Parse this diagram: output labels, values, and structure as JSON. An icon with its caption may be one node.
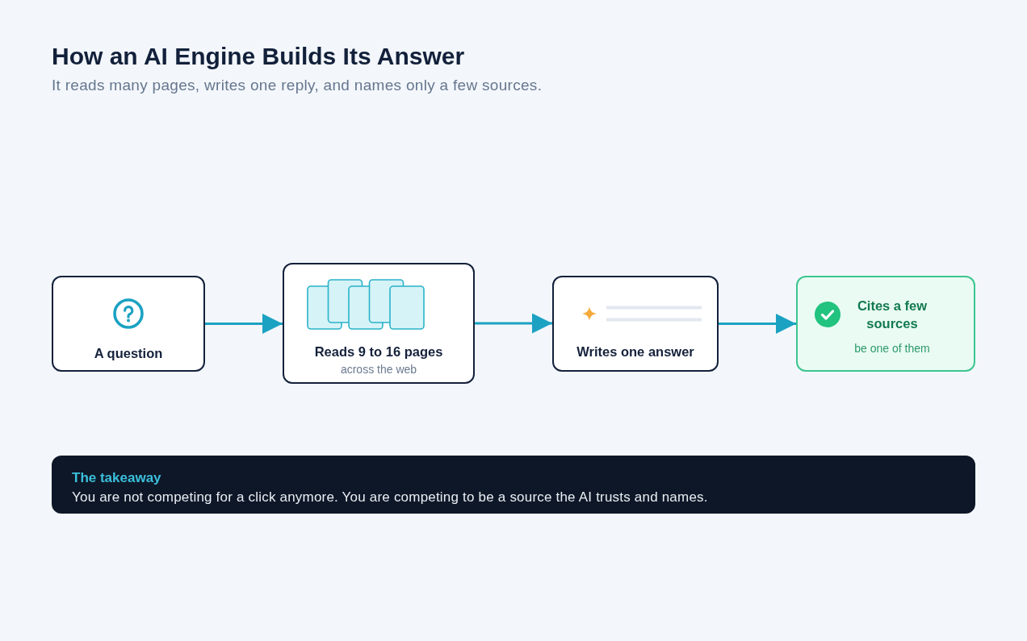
{
  "diagram": {
    "title": "How an AI Engine Builds Its Answer",
    "caption": "It reads many pages, writes one reply, and names only a few sources.",
    "nodes": [
      {
        "text": [
          "A question"
        ]
      },
      {
        "text": [
          "Reads 9 to 16 pages",
          "across the web"
        ]
      },
      {
        "text": [
          "Writes one answer"
        ]
      },
      {
        "text": [
          "Cites a few sources",
          "be one of them"
        ]
      },
      {
        "text": [
          "The takeaway",
          "You are not competing for a click anymore. You are competing to be a source the AI trusts and names."
        ]
      }
    ],
    "edges": [
      {
        "from": 0,
        "to": 1,
        "arrow": "to"
      },
      {
        "from": 1,
        "to": 2,
        "arrow": "to"
      },
      {
        "from": 2,
        "to": 3,
        "arrow": "to"
      }
    ]
  }
}
